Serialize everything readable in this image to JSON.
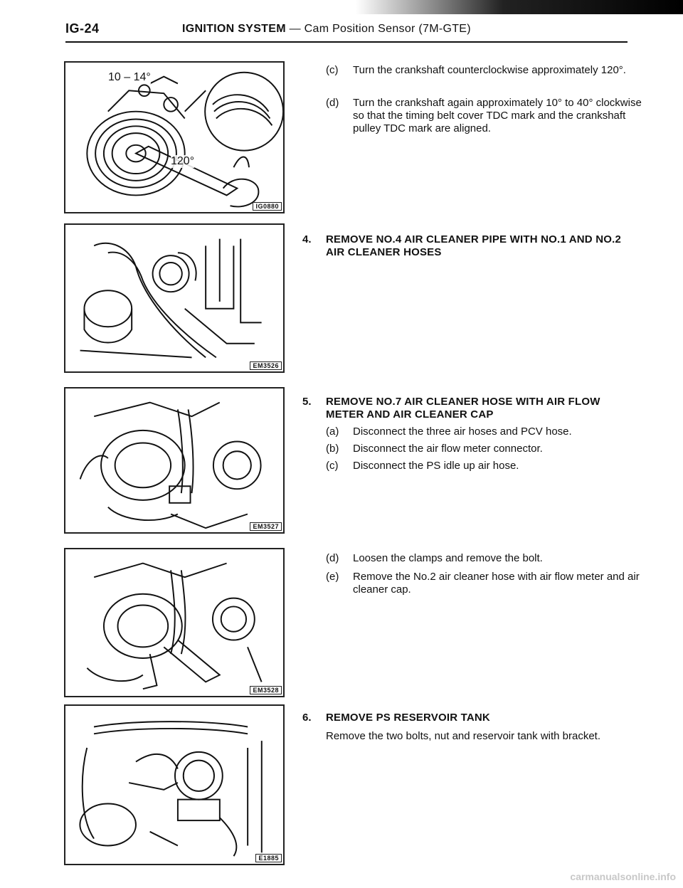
{
  "header": {
    "code": "IG-24",
    "title": "IGNITION SYSTEM",
    "dash": "—",
    "subtitle": "Cam Position Sensor (7M-GTE)"
  },
  "figures": [
    {
      "code": "IG0880",
      "label_angle_top": "10 – 14°",
      "label_angle_mid": "120°"
    },
    {
      "code": "EM3526"
    },
    {
      "code": "EM3527"
    },
    {
      "code": "EM3528"
    },
    {
      "code": "E1885"
    }
  ],
  "steps_top": {
    "c": {
      "letter": "(c)",
      "text": "Turn the crankshaft counterclockwise approximately 120°."
    },
    "d": {
      "letter": "(d)",
      "text": "Turn the crankshaft again approximately 10° to 40° clockwise so that the timing belt cover TDC mark and the crankshaft pulley TDC mark are aligned."
    }
  },
  "step4": {
    "num": "4.",
    "title": "REMOVE NO.4 AIR CLEANER PIPE WITH NO.1 AND NO.2 AIR CLEANER HOSES"
  },
  "step5": {
    "num": "5.",
    "title": "REMOVE NO.7 AIR CLEANER HOSE WITH AIR FLOW METER AND AIR CLEANER CAP",
    "a": {
      "letter": "(a)",
      "text": "Disconnect the three air hoses and PCV hose."
    },
    "b": {
      "letter": "(b)",
      "text": "Disconnect the air flow meter connector."
    },
    "c": {
      "letter": "(c)",
      "text": "Disconnect the PS idle up air hose."
    },
    "d": {
      "letter": "(d)",
      "text": "Loosen the clamps and remove the bolt."
    },
    "e": {
      "letter": "(e)",
      "text": "Remove the No.2 air cleaner hose with air flow meter and air cleaner cap."
    }
  },
  "step6": {
    "num": "6.",
    "title": "REMOVE PS RESERVOIR TANK",
    "text": "Remove the two bolts, nut and reservoir tank with bracket."
  },
  "watermark": "carmanualsonline.info"
}
